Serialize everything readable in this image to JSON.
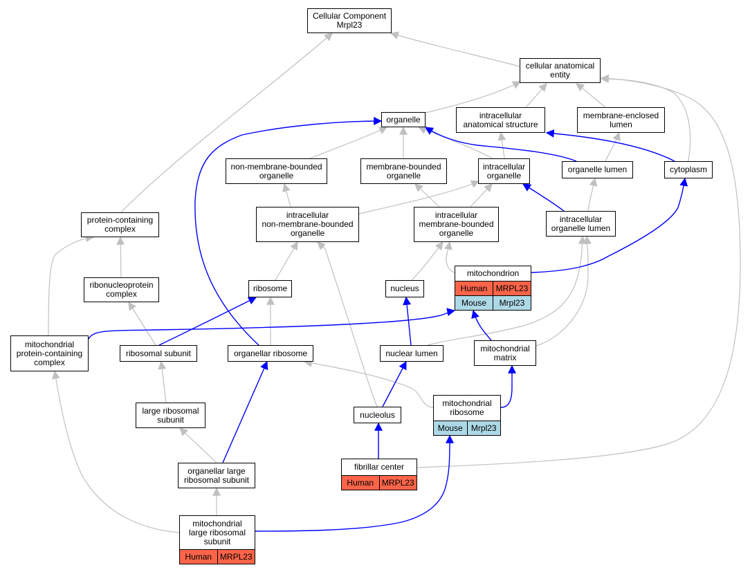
{
  "colors": {
    "is_a_edge": "#c0c0c0",
    "part_of_edge": "#0000ff",
    "human": "#fa6449",
    "mouse": "#add8e6"
  },
  "nodes": {
    "root": {
      "label": "Cellular Component\nMrpl23"
    },
    "cae": {
      "label": "cellular anatomical\nentity"
    },
    "organelle": {
      "label": "organelle"
    },
    "ias": {
      "label": "intracellular\nanatomical structure"
    },
    "mel": {
      "label": "membrane-enclosed\nlumen"
    },
    "nmbo": {
      "label": "non-membrane-bounded\norganelle"
    },
    "mbo": {
      "label": "membrane-bounded\norganelle"
    },
    "io": {
      "label": "intracellular\norganelle"
    },
    "ol": {
      "label": "organelle lumen"
    },
    "cyto": {
      "label": "cytoplasm"
    },
    "pcc": {
      "label": "protein-containing\ncomplex"
    },
    "inmbo": {
      "label": "intracellular\nnon-membrane-bounded\norganelle"
    },
    "imbo": {
      "label": "intracellular\nmembrane-bounded\norganelle"
    },
    "iol": {
      "label": "intracellular\norganelle lumen"
    },
    "mito": {
      "label": "mitochondrion",
      "rows": [
        [
          "Human",
          "MRPL23"
        ],
        [
          "Mouse",
          "Mrpl23"
        ]
      ]
    },
    "rnp": {
      "label": "ribonucleoprotein\ncomplex"
    },
    "ribo": {
      "label": "ribosome"
    },
    "nucleus": {
      "label": "nucleus"
    },
    "mpcc": {
      "label": "mitochondrial\nprotein-containing\ncomplex"
    },
    "rsub": {
      "label": "ribosomal subunit"
    },
    "oribo": {
      "label": "organellar ribosome"
    },
    "nlumen": {
      "label": "nuclear lumen"
    },
    "mmatrix": {
      "label": "mitochondrial\nmatrix"
    },
    "lrs": {
      "label": "large ribosomal\nsubunit"
    },
    "nucleolus": {
      "label": "nucleolus"
    },
    "mribo": {
      "label": "mitochondrial\nribosome",
      "rows": [
        [
          "Mouse",
          "Mrpl23"
        ]
      ]
    },
    "olrs": {
      "label": "organellar large\nribosomal subunit"
    },
    "fc": {
      "label": "fibrillar center",
      "rows": [
        [
          "Human",
          "MRPL23"
        ]
      ]
    },
    "mlrs": {
      "label": "mitochondrial\nlarge ribosomal\nsubunit",
      "rows": [
        [
          "Human",
          "MRPL23"
        ]
      ]
    }
  }
}
